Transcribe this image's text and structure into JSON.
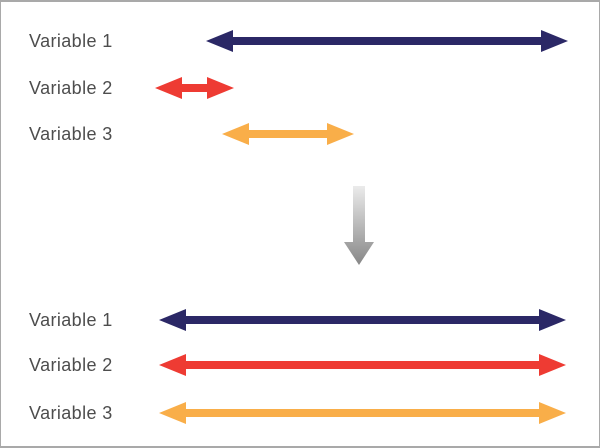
{
  "colors": {
    "navy": "#2b2866",
    "red": "#ee3b33",
    "orange": "#f9ae49",
    "label_text": "#4d4d4d",
    "border_gray": "#a9a9a9",
    "gray_arrow_top": "#ebebeb",
    "gray_arrow_bottom": "#878787"
  },
  "before": {
    "rows": [
      {
        "label": "Variable 1",
        "color": "#2b2866"
      },
      {
        "label": "Variable 2",
        "color": "#ee3b33"
      },
      {
        "label": "Variable 3",
        "color": "#f9ae49"
      }
    ]
  },
  "after": {
    "rows": [
      {
        "label": "Variable 1",
        "color": "#2b2866"
      },
      {
        "label": "Variable 2",
        "color": "#ee3b33"
      },
      {
        "label": "Variable 3",
        "color": "#f9ae49"
      }
    ]
  },
  "icons": {
    "transform_arrow": "down-arrow"
  }
}
